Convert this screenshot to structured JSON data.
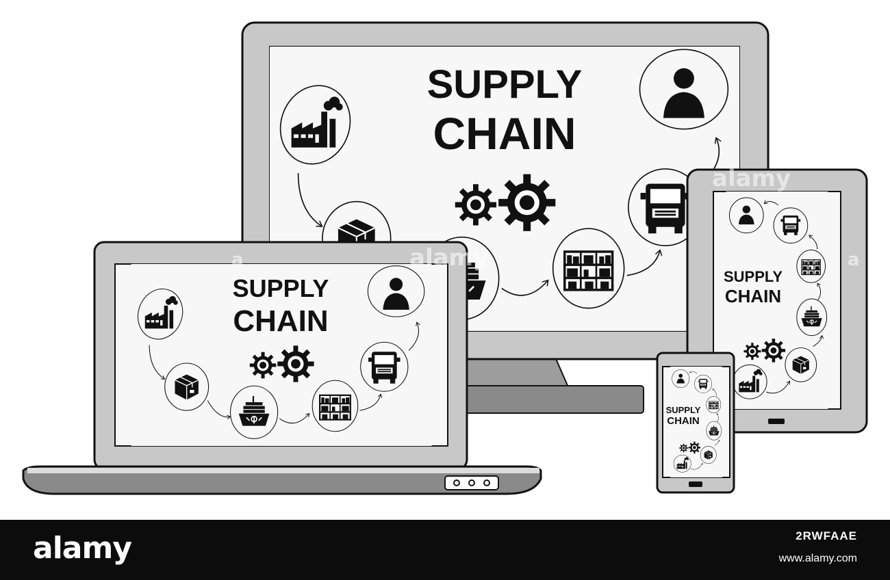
{
  "title": {
    "line1": "SUPPLY",
    "line2": "CHAIN"
  },
  "watermark": {
    "text": "alamy",
    "letter": "a"
  },
  "footer": {
    "brand": "alamy",
    "image_id": "2RWFAAE",
    "site": "www.alamy.com"
  },
  "colors": {
    "bezel": "#c8c8c8",
    "screen": "#f7f7f7",
    "outline": "#111111",
    "footer": "#0c0c0c"
  },
  "icons": [
    "factory-icon",
    "package-icon",
    "cargo-ship-icon",
    "warehouse-icon",
    "truck-icon",
    "person-icon",
    "gears-icon"
  ]
}
